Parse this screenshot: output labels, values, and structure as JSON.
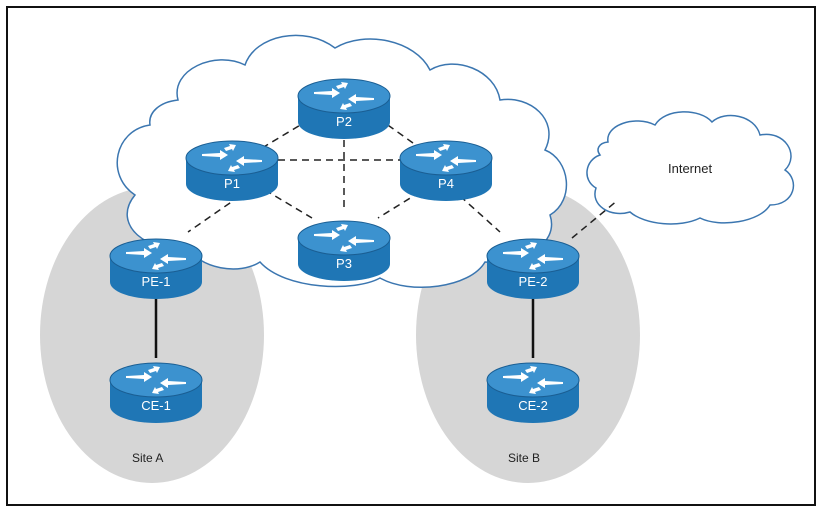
{
  "diagram": {
    "routers": [
      {
        "id": "P2",
        "label": "P2"
      },
      {
        "id": "P1",
        "label": "P1"
      },
      {
        "id": "P4",
        "label": "P4"
      },
      {
        "id": "P3",
        "label": "P3"
      },
      {
        "id": "PE-1",
        "label": "PE-1"
      },
      {
        "id": "PE-2",
        "label": "PE-2"
      },
      {
        "id": "CE-1",
        "label": "CE-1"
      },
      {
        "id": "CE-2",
        "label": "CE-2"
      }
    ],
    "sites": [
      {
        "id": "site-a",
        "label": "Site A"
      },
      {
        "id": "site-b",
        "label": "Site B"
      }
    ],
    "internet_label": "Internet",
    "colors": {
      "router_fill": "#1f76b5",
      "router_top": "#3c92cf",
      "site_fill": "#d6d6d6",
      "cloud_stroke": "#3b76b0"
    }
  }
}
